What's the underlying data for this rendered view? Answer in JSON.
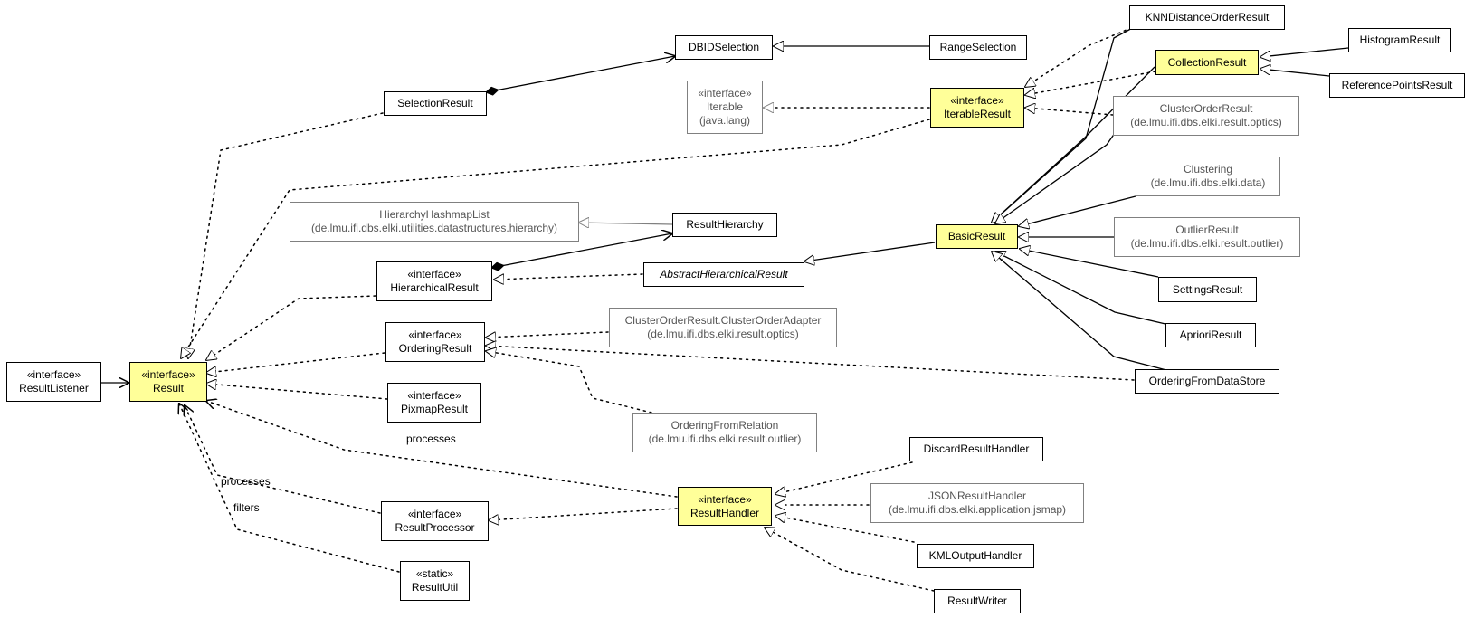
{
  "nodes": {
    "result_listener": {
      "stereotype": "«interface»",
      "name": "ResultListener"
    },
    "result": {
      "stereotype": "«interface»",
      "name": "Result"
    },
    "selection_result": {
      "name": "SelectionResult"
    },
    "dbid_selection": {
      "name": "DBIDSelection"
    },
    "range_selection": {
      "name": "RangeSelection"
    },
    "iterable": {
      "stereotype": "«interface»",
      "name": "Iterable",
      "package": "(java.lang)"
    },
    "iterable_result": {
      "stereotype": "«interface»",
      "name": "IterableResult"
    },
    "knn_distance_order_result": {
      "name": "KNNDistanceOrderResult"
    },
    "collection_result": {
      "name": "CollectionResult"
    },
    "histogram_result": {
      "name": "HistogramResult"
    },
    "reference_points_result": {
      "name": "ReferencePointsResult"
    },
    "cluster_order_result": {
      "name": "ClusterOrderResult",
      "package": "(de.lmu.ifi.dbs.elki.result.optics)"
    },
    "clustering": {
      "name": "Clustering",
      "package": "(de.lmu.ifi.dbs.elki.data)"
    },
    "hierarchy_hashmap_list": {
      "name": "HierarchyHashmapList",
      "package": "(de.lmu.ifi.dbs.elki.utilities.datastructures.hierarchy)"
    },
    "result_hierarchy": {
      "name": "ResultHierarchy"
    },
    "basic_result": {
      "name": "BasicResult"
    },
    "outlier_result": {
      "name": "OutlierResult",
      "package": "(de.lmu.ifi.dbs.elki.result.outlier)"
    },
    "hierarchical_result": {
      "stereotype": "«interface»",
      "name": "HierarchicalResult"
    },
    "abstract_hierarchical_result": {
      "name": "AbstractHierarchicalResult"
    },
    "settings_result": {
      "name": "SettingsResult"
    },
    "cluster_order_adapter": {
      "name": "ClusterOrderResult.ClusterOrderAdapter",
      "package": "(de.lmu.ifi.dbs.elki.result.optics)"
    },
    "ordering_result": {
      "stereotype": "«interface»",
      "name": "OrderingResult"
    },
    "apriori_result": {
      "name": "AprioriResult"
    },
    "ordering_from_data_store": {
      "name": "OrderingFromDataStore"
    },
    "pixmap_result": {
      "stereotype": "«interface»",
      "name": "PixmapResult"
    },
    "ordering_from_relation": {
      "name": "OrderingFromRelation",
      "package": "(de.lmu.ifi.dbs.elki.result.outlier)"
    },
    "discard_result_handler": {
      "name": "DiscardResultHandler"
    },
    "json_result_handler": {
      "name": "JSONResultHandler",
      "package": "(de.lmu.ifi.dbs.elki.application.jsmap)"
    },
    "result_handler": {
      "stereotype": "«interface»",
      "name": "ResultHandler"
    },
    "result_processor": {
      "stereotype": "«interface»",
      "name": "ResultProcessor"
    },
    "kml_output_handler": {
      "name": "KMLOutputHandler"
    },
    "result_util": {
      "stereotype": "«static»",
      "name": "ResultUtil"
    },
    "result_writer": {
      "name": "ResultWriter"
    }
  },
  "edge_labels": {
    "processes_1": "processes",
    "processes_2": "processes",
    "filters": "filters"
  },
  "colors": {
    "highlight_fill": "#ffff99",
    "external_border": "#808080",
    "external_text": "#555555",
    "line": "#000000"
  }
}
